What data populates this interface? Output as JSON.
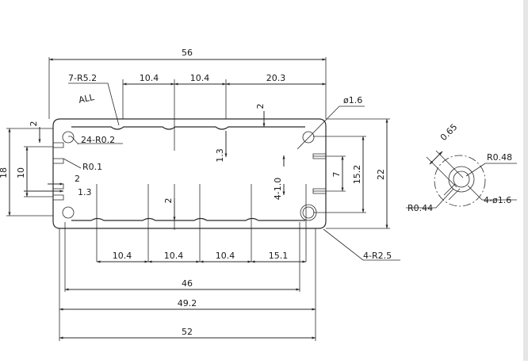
{
  "drawing": {
    "dims": {
      "overall_width": "56",
      "radius_7": "7-R5.2",
      "all_note": "ALL",
      "top_pitch_1": "10.4",
      "top_pitch_2": "10.4",
      "top_offset": "20.3",
      "bore_dia": "ø1.6",
      "groove_depth_top": "2",
      "left_2": "2",
      "groove_note": "24-R0.2",
      "radius_small": "R0.1",
      "slot_2": "2",
      "slot_1_3": "1.3",
      "height_10": "10",
      "height_18": "18",
      "rib_1_3": "1.3",
      "rib_4_1_0": "4-1.0",
      "gap_7": "7",
      "height_15_2": "15.2",
      "height_22": "22",
      "groove_depth_bottom": "2",
      "bottom_pitch_1": "10.4",
      "bottom_pitch_2": "10.4",
      "bottom_pitch_3": "10.4",
      "bottom_offset": "15.1",
      "corner_radius": "4-R2.5",
      "width_46": "46",
      "width_49_2": "49.2",
      "width_52": "52"
    },
    "detail": {
      "slot_width": "0.65",
      "outer_radius": "R0.48",
      "inner_radius": "R0.44",
      "hole_note": "4-ø1.6"
    }
  }
}
